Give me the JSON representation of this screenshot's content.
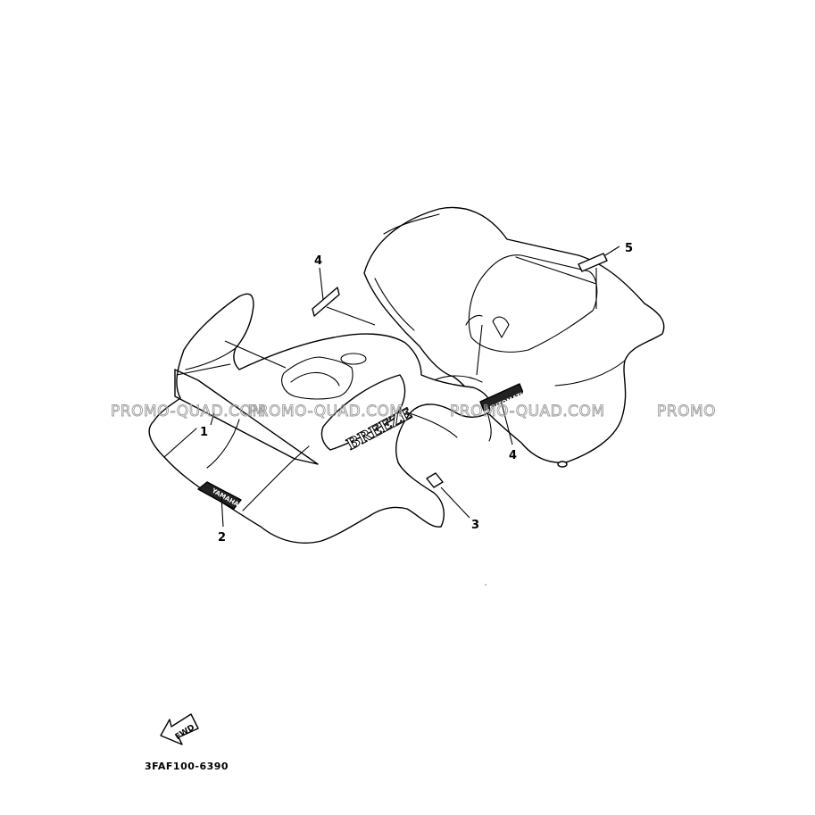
{
  "diagram": {
    "callouts": {
      "c1": "1",
      "c2": "2",
      "c3": "3",
      "c4a": "4",
      "c4b": "4",
      "c5": "5"
    },
    "decals": {
      "front_logo": "BREEZE",
      "front_brand": "YAMAHA",
      "side_label": "AUTOMATIC"
    },
    "watermark": {
      "segment_1": "PROMO-QUAD.COM",
      "segment_2": "PROMO-QUAD.COM",
      "segment_3": "PROMO-QUAD.COM",
      "segment_4": "PROMO"
    },
    "direction_marker": "FWD",
    "part_number": "3FAF100-6390"
  }
}
